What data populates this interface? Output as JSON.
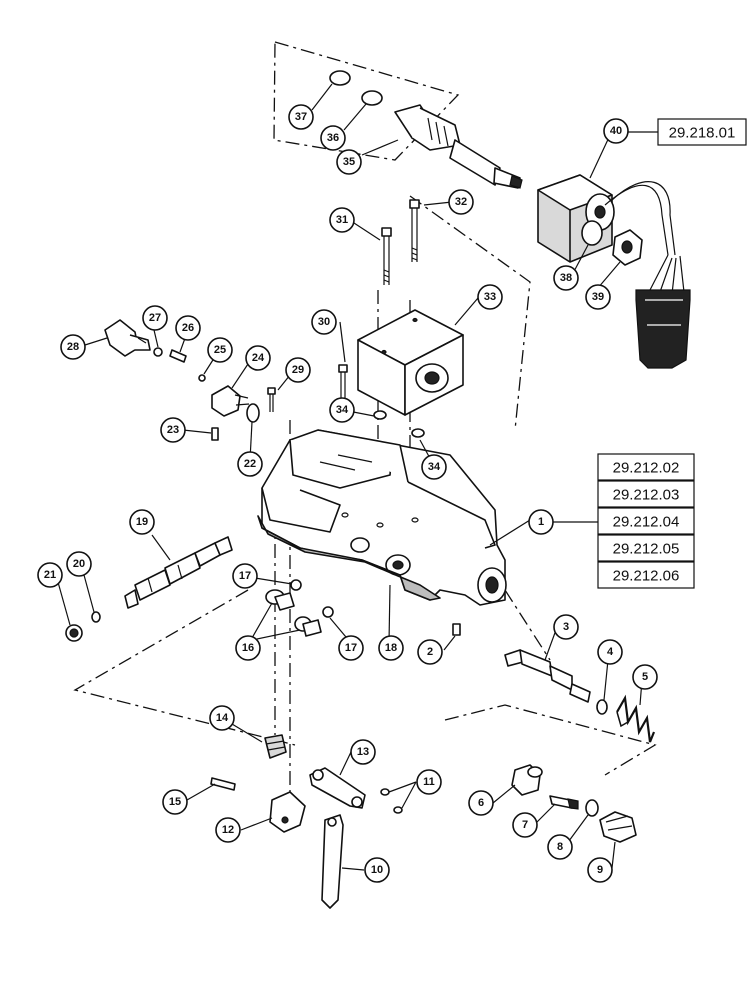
{
  "references": {
    "solenoid_ref": "29.218.01",
    "body_refs": [
      "29.212.02",
      "29.212.03",
      "29.212.04",
      "29.212.05",
      "29.212.06"
    ]
  },
  "callouts": [
    "1",
    "2",
    "3",
    "4",
    "5",
    "6",
    "7",
    "8",
    "9",
    "10",
    "11",
    "11",
    "12",
    "13",
    "14",
    "15",
    "16",
    "16",
    "17",
    "17",
    "18",
    "19",
    "20",
    "21",
    "22",
    "23",
    "24",
    "25",
    "26",
    "27",
    "28",
    "29",
    "30",
    "31",
    "32",
    "33",
    "34",
    "34",
    "35",
    "36",
    "37",
    "38",
    "39",
    "40"
  ]
}
